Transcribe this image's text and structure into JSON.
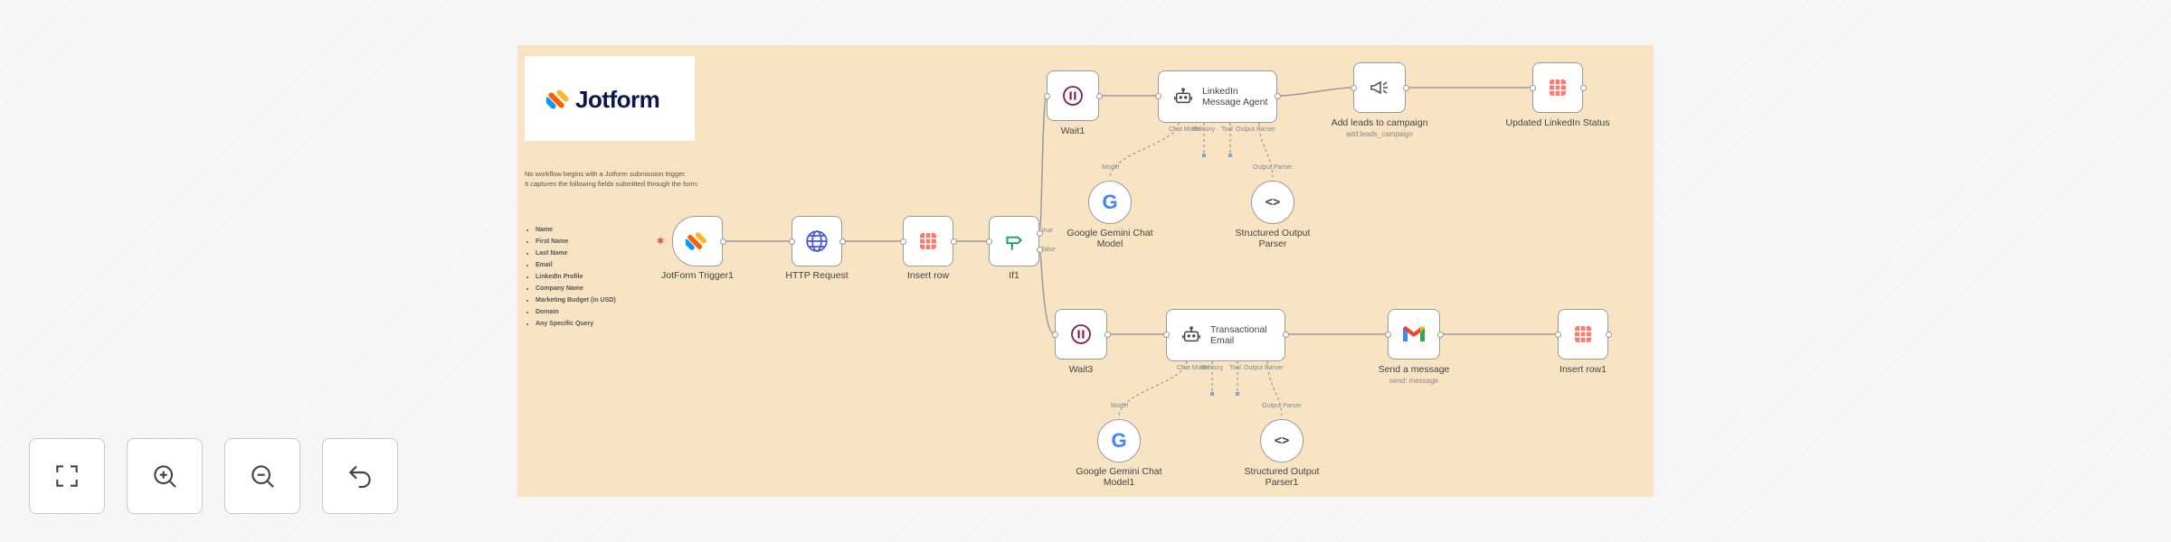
{
  "logo": {
    "text": "Jotform"
  },
  "note": {
    "line1": "No workflow begins with a Jotform submission trigger.",
    "line2": "It captures the following fields submitted through the form:",
    "fields": [
      "Name",
      "First Name",
      "Last Name",
      "Email",
      "LinkedIn Profile",
      "Company Name",
      "Marketing Budget (in USD)",
      "Domain",
      "Any Specific Query"
    ]
  },
  "nodes": {
    "jotform_trigger": {
      "label": "JotForm Trigger1",
      "icon": "jotform-icon"
    },
    "http_request": {
      "label": "HTTP Request",
      "icon": "globe-icon"
    },
    "insert_row": {
      "label": "Insert row",
      "icon": "table-icon"
    },
    "if": {
      "label": "If1",
      "icon": "if-icon",
      "true_label": "true",
      "false_label": "false"
    },
    "wait1": {
      "label": "Wait1",
      "icon": "pause-icon"
    },
    "linkedin_agent": {
      "title_line1": "LinkedIn",
      "title_line2": "Message Agent",
      "icon": "robot-icon",
      "ports": [
        "Chat Model",
        "Memory",
        "Tool",
        "Output Parser"
      ]
    },
    "add_leads": {
      "label": "Add leads to campaign",
      "sublabel": "add:leads_campaign",
      "icon": "megaphone-icon"
    },
    "updated_linkedin": {
      "label": "Updated LinkedIn Status",
      "icon": "table-icon"
    },
    "gemini1": {
      "label_line1": "Google Gemini Chat",
      "label_line2": "Model",
      "port": "Model",
      "icon": "google-icon"
    },
    "parser1": {
      "label_line1": "Structured Output",
      "label_line2": "Parser",
      "port": "Output Parser",
      "icon": "code-icon"
    },
    "wait3": {
      "label": "Wait3",
      "icon": "pause-icon"
    },
    "transactional_email": {
      "title_line1": "Transactional",
      "title_line2": "Email",
      "icon": "robot-icon",
      "ports": [
        "Chat Model",
        "Memory",
        "Tool",
        "Output Parser"
      ]
    },
    "send_message": {
      "label": "Send a message",
      "sublabel": "send: message",
      "icon": "gmail-icon"
    },
    "insert_row1": {
      "label": "Insert row1",
      "icon": "table-icon"
    },
    "gemini2": {
      "label_line1": "Google Gemini Chat",
      "label_line2": "Model1",
      "port": "Model",
      "icon": "google-icon"
    },
    "parser2": {
      "label_line1": "Structured Output",
      "label_line2": "Parser1",
      "port": "Output Parser",
      "icon": "code-icon"
    }
  },
  "controls": [
    {
      "name": "fit-view",
      "icon": "fullscreen-icon"
    },
    {
      "name": "zoom-in",
      "icon": "zoom-in-icon"
    },
    {
      "name": "zoom-out",
      "icon": "zoom-out-icon"
    },
    {
      "name": "reset",
      "icon": "undo-icon"
    }
  ],
  "colors": {
    "sticky": "#f8e3c2",
    "edge": "#9a9a9a",
    "accent_orange": "#ff6100",
    "table_red": "#ff7a6e",
    "globe_blue": "#4a56d6",
    "if_green": "#1a9a7a"
  }
}
